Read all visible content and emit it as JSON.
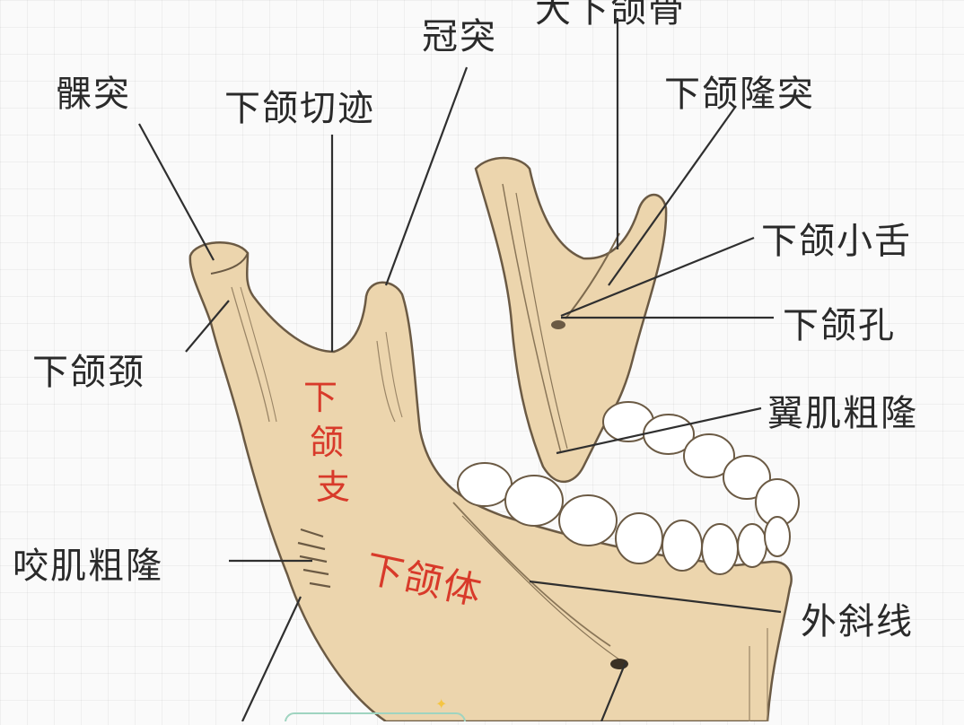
{
  "labels": {
    "condylar_process": "髁突",
    "coronoid_process": "冠突",
    "mandibular_notch": "下颌切迹",
    "partial_top": "大下颌骨",
    "mandibular_torus": "下颌隆突",
    "lingula": "下颌小舌",
    "mandibular_foramen": "下颌孔",
    "pterygoid_tuberosity": "翼肌粗隆",
    "mandibular_neck": "下颌颈",
    "masseteric_tuberosity": "咬肌粗隆",
    "oblique_line": "外斜线",
    "ramus_chars": [
      "下",
      "颌",
      "支"
    ],
    "body": "下颌体"
  },
  "colors": {
    "bone": "#ecd5ad",
    "bone_outline": "#6b5a44",
    "tooth": "#ffffff",
    "red_label": "#d83a2a",
    "leader": "#2f2f2f"
  }
}
